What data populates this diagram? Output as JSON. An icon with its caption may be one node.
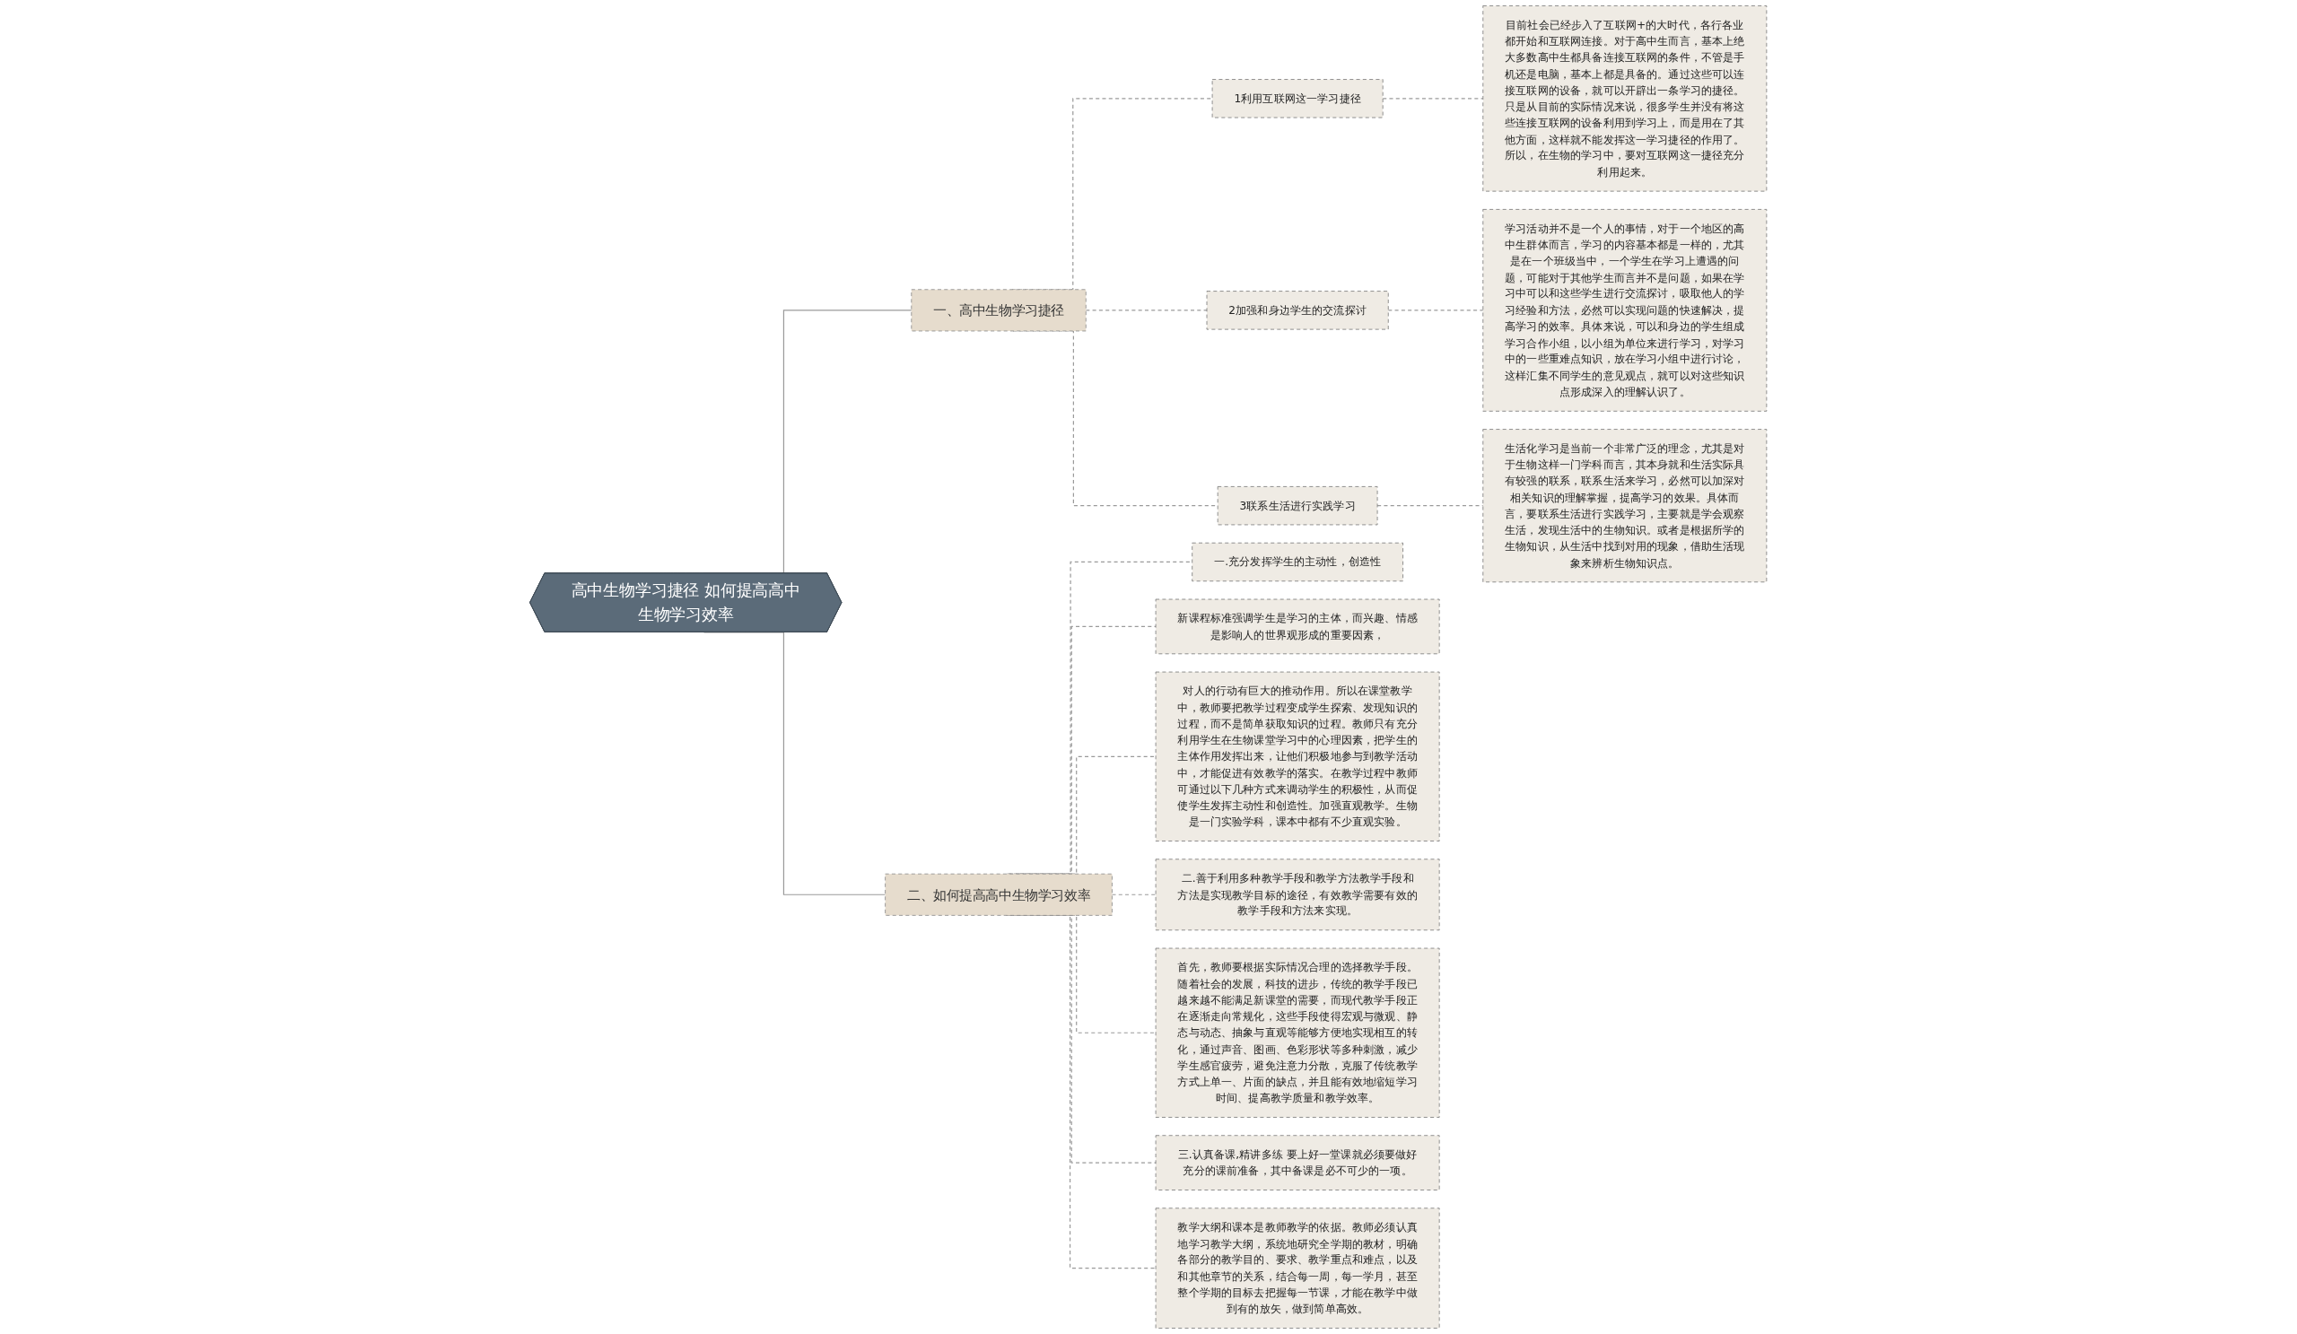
{
  "diagram": {
    "nodes": [
      {
        "text": [
          "高中生物学习捷径 如何提高高中生物学习效率"
        ]
      },
      {
        "text": [
          "一、高中生物学习捷径"
        ]
      },
      {
        "text": [
          "1利用互联网这一学习捷径"
        ]
      },
      {
        "text": [
          "目前社会已经步入了互联网+的大时代，各行各业都开始和互联网连接。对于高中生而言，基本上绝大多数高中生都具备连接互联网的条件，不管是手机还是电脑，基本上都是具备的。通过这些可以连接互联网的设备，就可以开辟出一条学习的捷径。只是从目前的实际情况来说，很多学生并没有将这些连接互联网的设备利用到学习上，而是用在了其他方面，这样就不能发挥这一学习捷径的作用了。所以，在生物的学习中，要对互联网这一捷径充分利用起来。"
        ]
      },
      {
        "text": [
          "2加强和身边学生的交流探讨"
        ]
      },
      {
        "text": [
          "学习活动并不是一个人的事情，对于一个地区的高中生群体而言，学习的内容基本都是一样的，尤其是在一个班级当中，一个学生在学习上遭遇的问题，可能对于其他学生而言并不是问题，如果在学习中可以和这些学生进行交流探讨，吸取他人的学习经验和方法，必然可以实现问题的快速解决，提高学习的效率。具体来说，可以和身边的学生组成学习合作小组，以小组为单位来进行学习，对学习中的一些重难点知识，放在学习小组中进行讨论，这样汇集不同学生的意见观点，就可以对这些知识点形成深入的理解认识了。"
        ]
      },
      {
        "text": [
          "3联系生活进行实践学习"
        ]
      },
      {
        "text": [
          "生活化学习是当前一个非常广泛的理念，尤其是对于生物这样一门学科而言，其本身就和生活实际具有较强的联系，联系生活来学习，必然可以加深对相关知识的理解掌握，提高学习的效果。具体而言，要联系生活进行实践学习，主要就是学会观察生活，发现生活中的生物知识。或者是根据所学的生物知识，从生活中找到对用的现象，借助生活现象来辨析生物知识点。"
        ]
      },
      {
        "text": [
          "二、如何提高高中生物学习效率"
        ]
      },
      {
        "text": [
          "一.充分发挥学生的主动性，创造性"
        ]
      },
      {
        "text": [
          "新课程标准强调学生是学习的主体，而兴趣、情感是影响人的世界观形成的重要因素，"
        ]
      },
      {
        "text": [
          "对人的行动有巨大的推动作用。所以在课堂教学中，教师要把教学过程变成学生探索、发现知识的过程，而不是简单获取知识的过程。教师只有充分利用学生在生物课堂学习中的心理因素，把学生的主体作用发挥出来，让他们积极地参与到教学活动中，才能促进有效教学的落实。在教学过程中教师可通过以下几种方式来调动学生的积极性，从而促使学生发挥主动性和创造性。加强直观教学。生物是一门实验学科，课本中都有不少直观实验。"
        ]
      },
      {
        "text": [
          "二.善于利用多种教学手段和教学方法教学手段和方法是实现教学目标的途径，有效教学需要有效的教学手段和方法来实现。"
        ]
      },
      {
        "text": [
          "首先，教师要根据实际情况合理的选择教学手段。随着社会的发展，科技的进步，传统的教学手段已越来越不能满足新课堂的需要，而现代教学手段正在逐渐走向常规化，这些手段使得宏观与微观、静态与动态、抽象与直观等能够方便地实现相互的转化，通过声音、图画、色彩形状等多种刺激，减少学生感官疲劳，避免注意力分散，克服了传统教学方式上单一、片面的缺点，并且能有效地缩短学习时间、提高教学质量和教学效率。"
        ]
      },
      {
        "text": [
          "三.认真备课,精讲多练 要上好一堂课就必须要做好充分的课前准备，其中备课是必不可少的一项。"
        ]
      },
      {
        "text": [
          "教学大纲和课本是教师教学的依据。教师必须认真地学习教学大纲，系统地研究全学期的教材，明确各部分的教学目的、要求、教学重点和难点，以及和其他章节的关系，结合每一周，每一学月，甚至整个学期的目标去把握每一节课，才能在教学中做到有的放矢，做到简单高效。"
        ]
      }
    ],
    "edges": [
      {
        "from": 0,
        "to": 1,
        "arrow": "none"
      },
      {
        "from": 1,
        "to": 2,
        "arrow": "none",
        "style": "dashed"
      },
      {
        "from": 2,
        "to": 3,
        "arrow": "none",
        "style": "dashed"
      },
      {
        "from": 1,
        "to": 4,
        "arrow": "none",
        "style": "dashed"
      },
      {
        "from": 4,
        "to": 5,
        "arrow": "none",
        "style": "dashed"
      },
      {
        "from": 1,
        "to": 6,
        "arrow": "none",
        "style": "dashed"
      },
      {
        "from": 6,
        "to": 7,
        "arrow": "none",
        "style": "dashed"
      },
      {
        "from": 0,
        "to": 8,
        "arrow": "none"
      },
      {
        "from": 8,
        "to": 9,
        "arrow": "none",
        "style": "dashed"
      },
      {
        "from": 8,
        "to": 10,
        "arrow": "none",
        "style": "dashed"
      },
      {
        "from": 8,
        "to": 11,
        "arrow": "none",
        "style": "dashed"
      },
      {
        "from": 8,
        "to": 12,
        "arrow": "none",
        "style": "dashed"
      },
      {
        "from": 8,
        "to": 13,
        "arrow": "none",
        "style": "dashed"
      },
      {
        "from": 8,
        "to": 14,
        "arrow": "none",
        "style": "dashed"
      },
      {
        "from": 8,
        "to": 15,
        "arrow": "none",
        "style": "dashed"
      }
    ]
  }
}
